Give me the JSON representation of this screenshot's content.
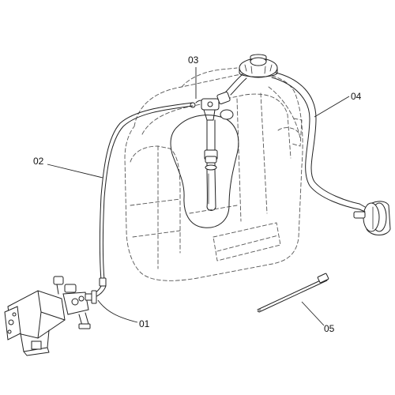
{
  "callouts": [
    {
      "id": "01",
      "label": "01"
    },
    {
      "id": "02",
      "label": "02"
    },
    {
      "id": "03",
      "label": "03"
    },
    {
      "id": "04",
      "label": "04"
    },
    {
      "id": "05",
      "label": "05"
    }
  ]
}
